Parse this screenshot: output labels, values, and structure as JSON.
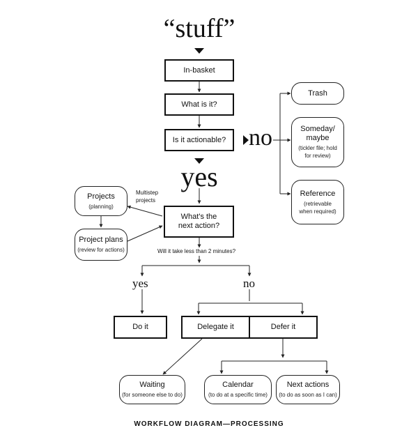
{
  "diagram": {
    "start": "“stuff”",
    "in_basket": "In-basket",
    "what_is_it": "What is it?",
    "is_actionable": "Is it actionable?",
    "no_big": "no",
    "yes_big": "yes",
    "trash": "Trash",
    "someday": {
      "title": "Someday/\nmaybe",
      "sub": "(tickler file; hold\nfor review)"
    },
    "reference": {
      "title": "Reference",
      "sub": "(retrievable\nwhen required)"
    },
    "multistep": "Multistep\nprojects",
    "projects": {
      "title": "Projects",
      "sub": "(planning)"
    },
    "project_plans": {
      "title": "Project plans",
      "sub": "(review for actions)"
    },
    "next_action": "What's the\nnext action?",
    "two_minutes": "Will it take less than 2 minutes?",
    "yes_small": "yes",
    "no_small": "no",
    "do_it": "Do it",
    "delegate_it": "Delegate it",
    "defer_it": "Defer it",
    "waiting": {
      "title": "Waiting",
      "sub": "(for someone else to do)"
    },
    "calendar": {
      "title": "Calendar",
      "sub": "(to do at a specific time)"
    },
    "next_actions": {
      "title": "Next actions",
      "sub": "(to do as soon as I can)"
    },
    "caption": "WORKFLOW DIAGRAM—PROCESSING"
  }
}
